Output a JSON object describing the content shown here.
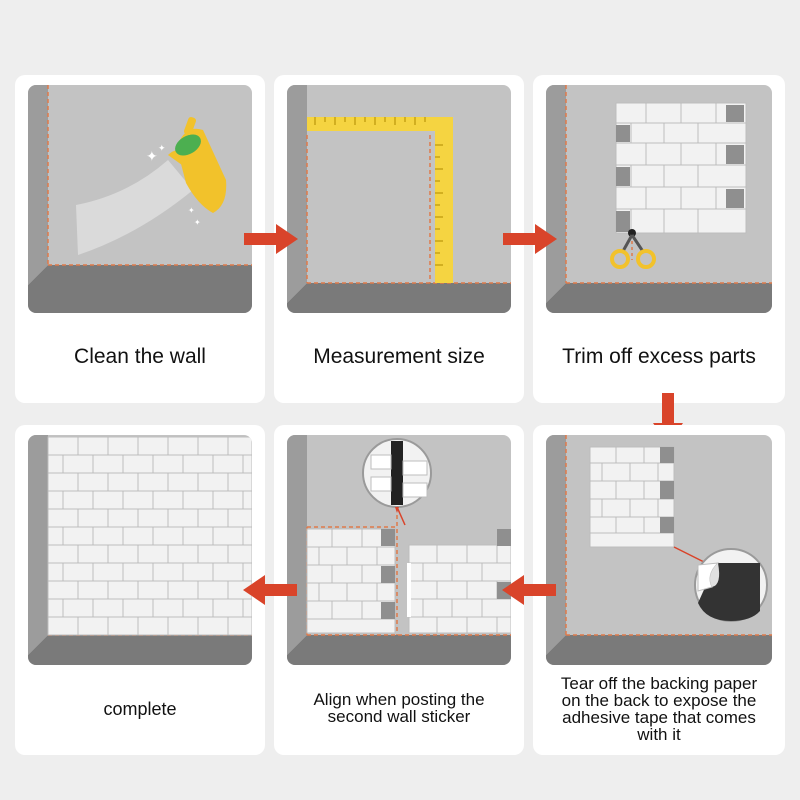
{
  "steps": [
    {
      "label": "Clean the wall"
    },
    {
      "label": "Measurement size"
    },
    {
      "label": "Trim off excess parts"
    },
    {
      "label": "Tear off the backing paper on the back to expose the adhesive tape that comes with it"
    },
    {
      "label": "Align when posting the second wall sticker"
    },
    {
      "label": "complete"
    }
  ],
  "colors": {
    "wall": "#c3c3c3",
    "floor": "#7a7a7a",
    "guide_line": "#e07a4a",
    "arrow": "#d9442a",
    "tile": "#f2f2f2",
    "tile_grout": "#bdbdbd",
    "glove": "#f2c22b",
    "ruler": "#f5d441"
  },
  "icons": [
    "cleaning-glove-icon",
    "ruler-icon",
    "scissors-icon",
    "peel-corner-icon",
    "magnifier-icon"
  ]
}
